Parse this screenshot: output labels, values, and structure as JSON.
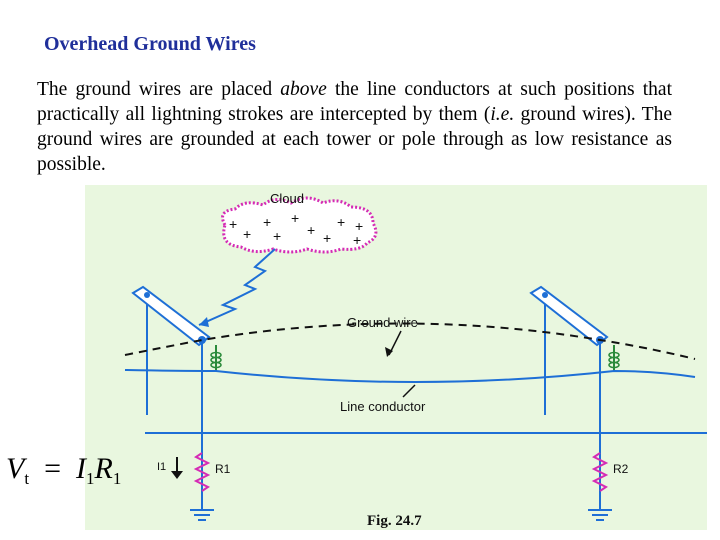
{
  "slide": {
    "title": "Overhead Ground Wires",
    "paragraph": {
      "part1": "The ground wires are placed ",
      "emphasis": "above",
      "part2": " the line conductors at such positions that practically all lightning strokes are intercepted by them (",
      "ie": "i.e.",
      "part3": " ground wires). The ground wires are grounded at each tower or pole through as low resistance as possible."
    }
  },
  "figure": {
    "cloud_label": "Cloud",
    "ground_wire_label": "Ground wire",
    "line_conductor_label": "Line conductor",
    "current_label": "I1",
    "resistor1_label": "R1",
    "resistor2_label": "R2",
    "caption": "Fig. 24.7",
    "charge_symbol": "+",
    "colors": {
      "background": "#e9f7df",
      "pole": "#1e6fd6",
      "cloud_border": "#d52bb5",
      "resistor": "#d52bb5",
      "lightning": "#1e6fd6",
      "ground_wire": "#111111"
    }
  },
  "equation": {
    "lhs": "V",
    "lhs_sub": "t",
    "equals": "=",
    "rhs_i": "I",
    "rhs_i_sub": "1",
    "rhs_r": "R",
    "rhs_r_sub": "1"
  }
}
